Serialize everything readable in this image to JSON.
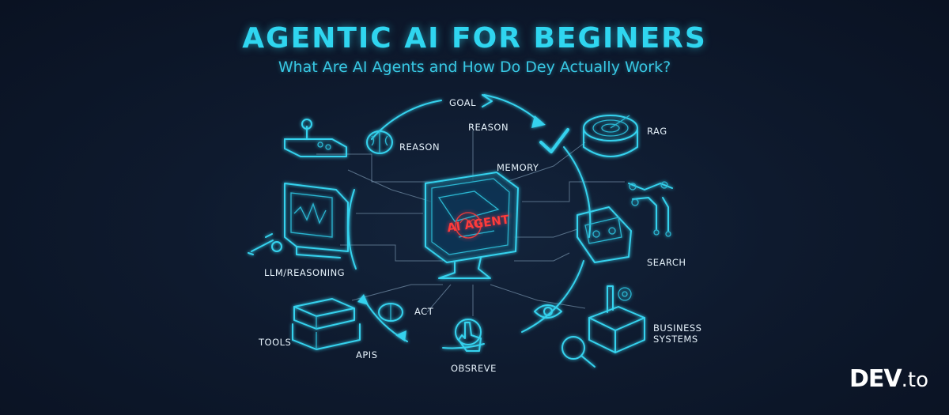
{
  "title": "AGENTIC AI FOR BEGINERS",
  "subtitle": "What Are AI Agents and How Do Dey Actually Work?",
  "center": {
    "label": "AI AGENT",
    "icon": "computer-monitor-icon"
  },
  "cycle": {
    "goal": "GOAL",
    "reason": "REASON",
    "memory": "MEMORY",
    "act": "ACT",
    "observe": "OBSREVE"
  },
  "left": {
    "reason": "REASON",
    "llm": "LLM/REASONING",
    "tools": "TOOLS",
    "apis": "APIS"
  },
  "right": {
    "rag": "RAG",
    "search": "SEARCH",
    "business": [
      "BUSINESS",
      "SYSTEMS"
    ]
  },
  "logo": {
    "dev": "DEV",
    "tld": ".to"
  },
  "colors": {
    "accent": "#35d2ee",
    "background": "#0d1526",
    "agent_text": "#ff3b3b"
  }
}
